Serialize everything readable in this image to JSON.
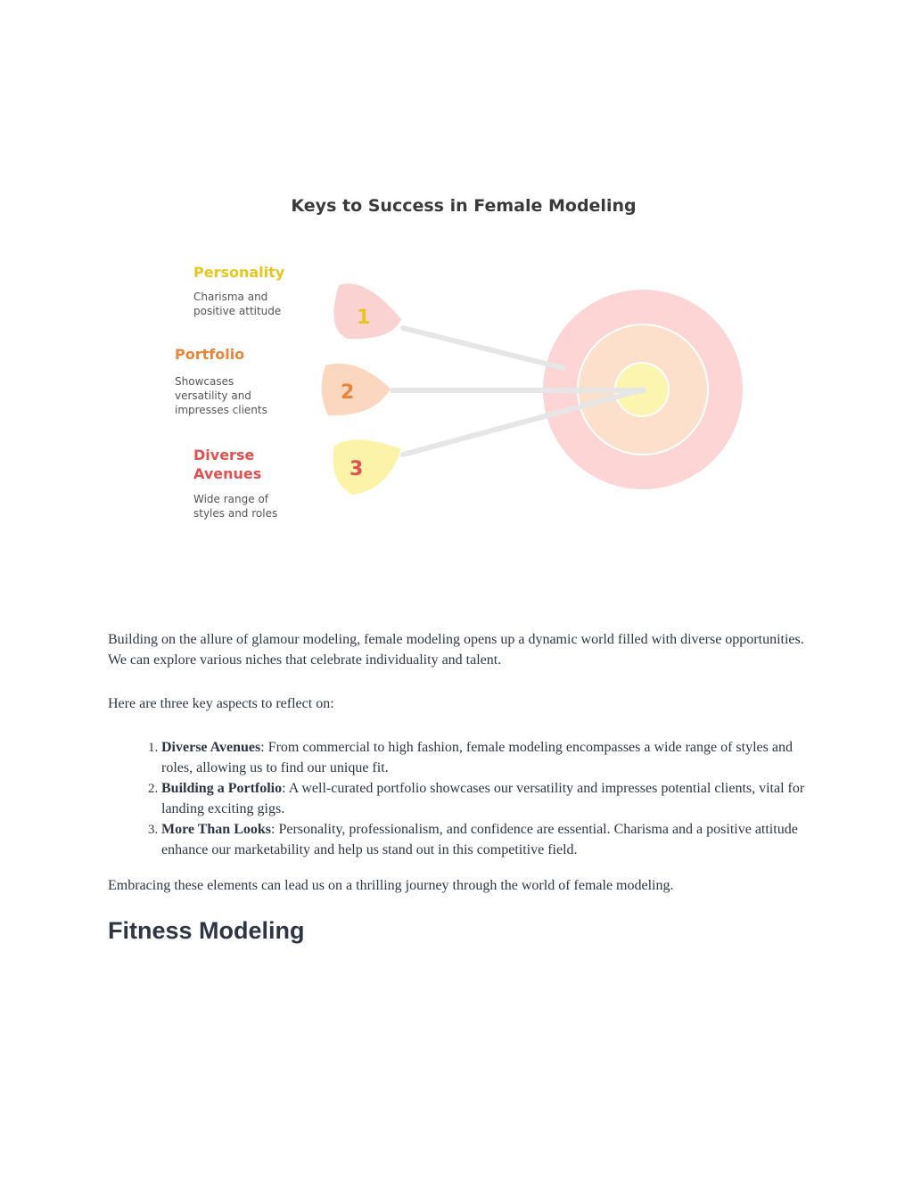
{
  "diagram": {
    "title": "Keys to Success in Female Modeling",
    "items": [
      {
        "number": "1",
        "title": "Personality",
        "desc_line1": "Charisma and",
        "desc_line2": "positive attitude",
        "desc_line3": "",
        "color": "#e8c51e",
        "fill": "#fbd2d2"
      },
      {
        "number": "2",
        "title": "Portfolio",
        "desc_line1": "Showcases",
        "desc_line2": "versatility and",
        "desc_line3": "impresses clients",
        "color": "#e8853a",
        "fill": "#fbd7bf"
      },
      {
        "number": "3",
        "title_line1": "Diverse",
        "title_line2": "Avenues",
        "desc_line1": "Wide range of",
        "desc_line2": "styles and roles",
        "color": "#e05050",
        "fill": "#fbf3a8"
      }
    ],
    "target_colors": {
      "outer": "#fdd5d5",
      "middle": "#fde0cb",
      "inner": "#fbf5b0"
    }
  },
  "content": {
    "intro": "Building on the allure of glamour modeling, female modeling opens up a dynamic world filled with diverse opportunities. We can explore various niches that celebrate individuality and talent.",
    "lead": "Here are three key aspects to reflect on:",
    "list": [
      {
        "term": "Diverse Avenues",
        "text": ": From commercial to high fashion, female modeling encompasses a wide range of styles and roles, allowing us to find our unique fit."
      },
      {
        "term": "Building a Portfolio",
        "text": ": A well-curated portfolio showcases our versatility and impresses potential clients, vital for landing exciting gigs."
      },
      {
        "term": "More Than Looks",
        "text": ": Personality, professionalism, and confidence are essential. Charisma and a positive attitude enhance our marketability and help us stand out in this competitive field."
      }
    ],
    "closing": "Embracing these elements can lead us on a thrilling journey through the world of female modeling.",
    "heading": "Fitness Modeling"
  }
}
